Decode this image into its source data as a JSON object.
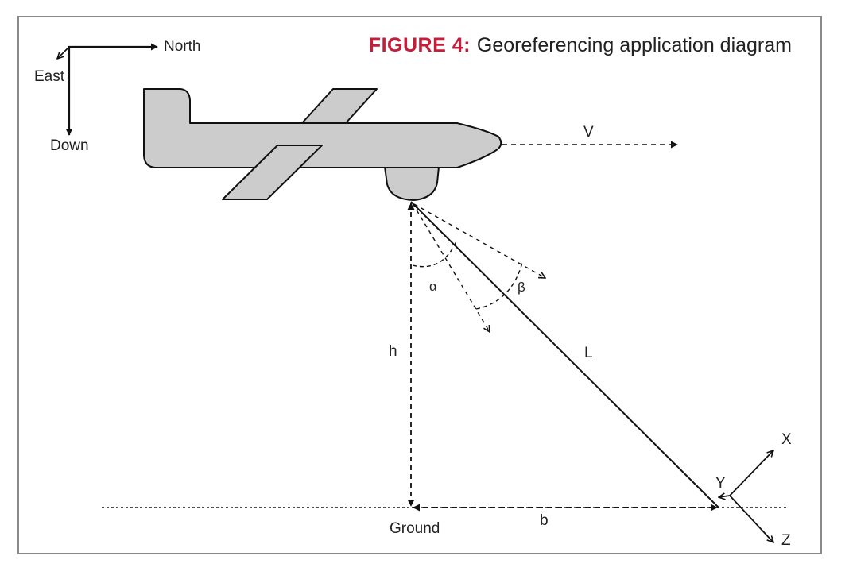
{
  "title": {
    "figure_label": "FIGURE 4:",
    "caption": "Georeferencing application diagram"
  },
  "compass": {
    "north": "North",
    "east": "East",
    "down": "Down"
  },
  "labels": {
    "velocity": "V",
    "alpha": "α",
    "beta": "β",
    "height": "h",
    "line_of_sight": "L",
    "baseline": "b",
    "ground": "Ground",
    "axis_x": "X",
    "axis_y": "Y",
    "axis_z": "Z"
  },
  "colors": {
    "aircraft_fill": "#cccccc",
    "stroke": "#111111",
    "figure_label": "#c41e3a",
    "frame_border": "#8a8a8a"
  }
}
